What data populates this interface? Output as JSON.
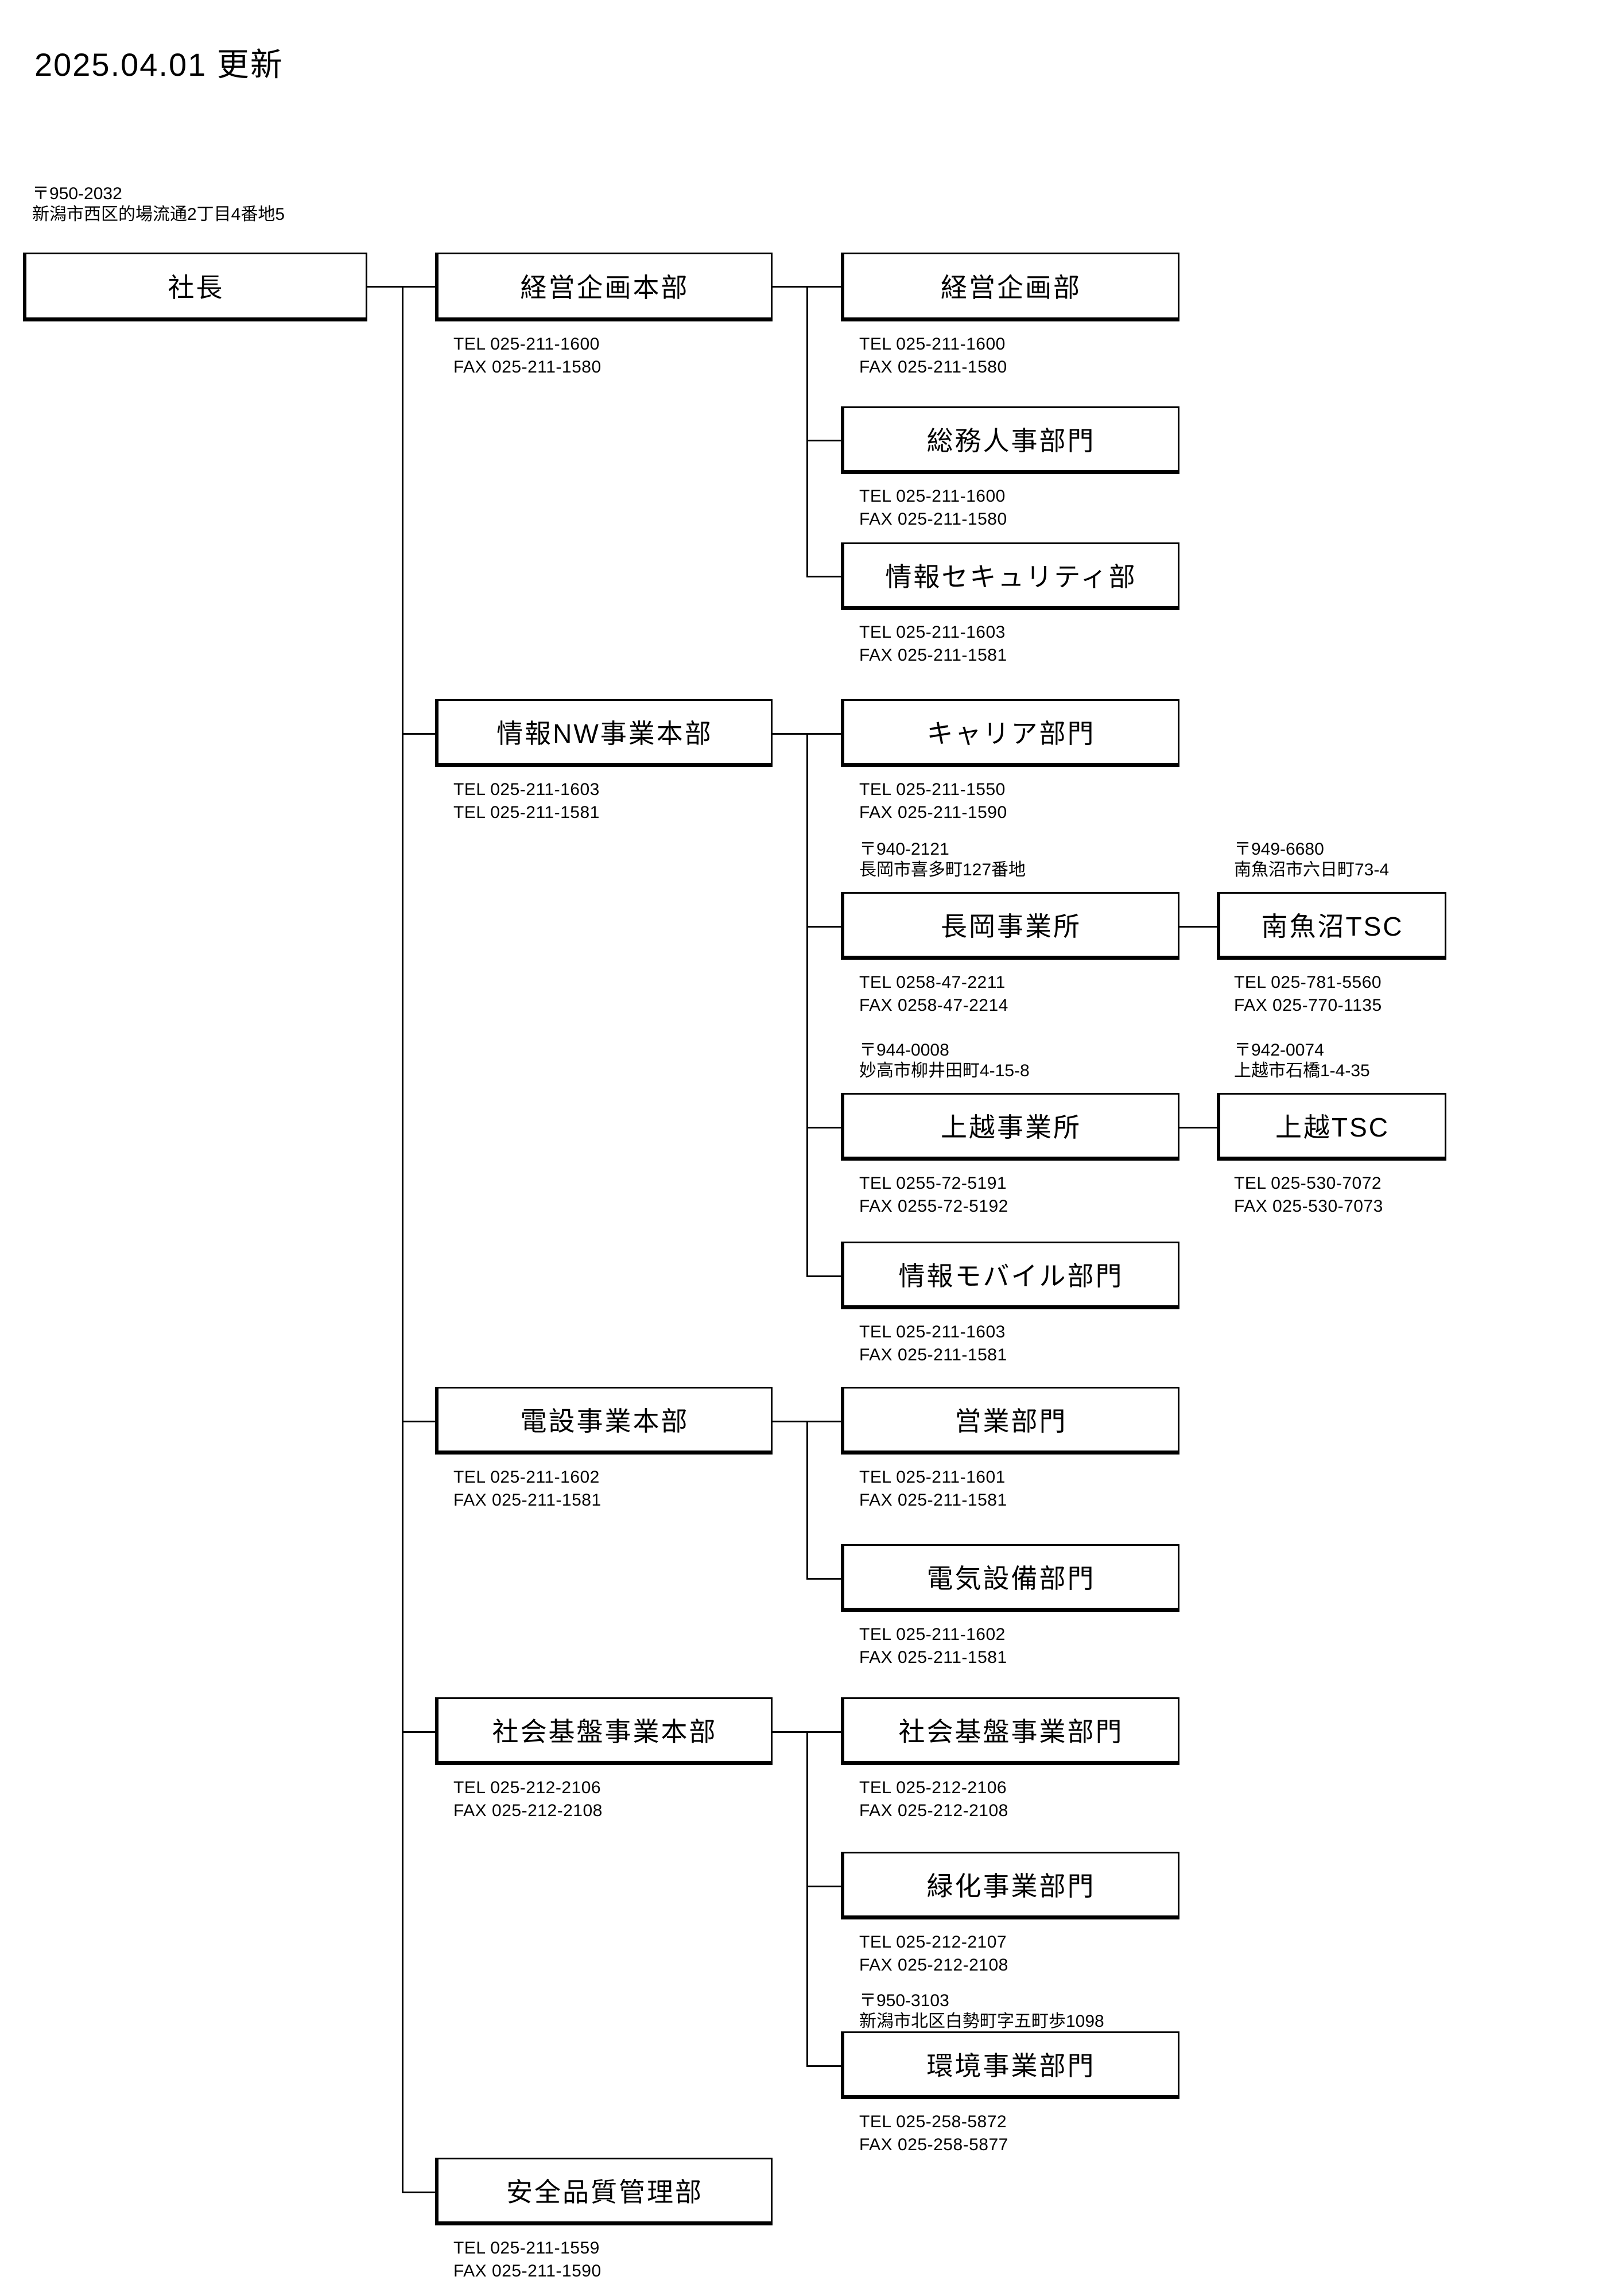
{
  "header": {
    "update_label": "2025.04.01 更新"
  },
  "company_address": {
    "postal": "〒950-2032",
    "street": "新潟市西区的場流通2丁目4番地5"
  },
  "nodes": {
    "president": {
      "label": "社長"
    },
    "hq_planning": {
      "label": "経営企画本部",
      "tel": "TEL 025-211-1600",
      "fax": "FAX 025-211-1580"
    },
    "dept_planning": {
      "label": "経営企画部",
      "tel": "TEL 025-211-1600",
      "fax": "FAX 025-211-1580"
    },
    "dept_hr": {
      "label": "総務人事部門",
      "tel": "TEL 025-211-1600",
      "fax": "FAX 025-211-1580"
    },
    "dept_security": {
      "label": "情報セキュリティ部",
      "tel": "TEL 025-211-1603",
      "fax": "FAX 025-211-1581"
    },
    "hq_infonw": {
      "label": "情報NW事業本部",
      "tel": "TEL 025-211-1603",
      "fax": "TEL 025-211-1581"
    },
    "dept_carrier": {
      "label": "キャリア部門",
      "tel": "TEL 025-211-1550",
      "fax": "FAX 025-211-1590"
    },
    "office_nagaoka": {
      "label": "長岡事業所",
      "tel": "TEL 0258-47-2211",
      "fax": "FAX 0258-47-2214",
      "postal": "〒940-2121",
      "street": "長岡市喜多町127番地"
    },
    "tsc_minamiuonuma": {
      "label": "南魚沼TSC",
      "tel": "TEL 025-781-5560",
      "fax": "FAX 025-770-1135",
      "postal": "〒949-6680",
      "street": "南魚沼市六日町73-4"
    },
    "office_joetsu": {
      "label": "上越事業所",
      "tel": "TEL 0255-72-5191",
      "fax": "FAX 0255-72-5192",
      "postal": "〒944-0008",
      "street": "妙高市柳井田町4-15-8"
    },
    "tsc_joetsu": {
      "label": "上越TSC",
      "tel": "TEL 025-530-7072",
      "fax": "FAX 025-530-7073",
      "postal": "〒942-0074",
      "street": "上越市石橋1-4-35"
    },
    "dept_mobile": {
      "label": "情報モバイル部門",
      "tel": "TEL 025-211-1603",
      "fax": "FAX 025-211-1581"
    },
    "hq_densetsu": {
      "label": "電設事業本部",
      "tel": "TEL 025-211-1602",
      "fax": "FAX 025-211-1581"
    },
    "dept_sales": {
      "label": "営業部門",
      "tel": "TEL 025-211-1601",
      "fax": "FAX 025-211-1581"
    },
    "dept_electric": {
      "label": "電気設備部門",
      "tel": "TEL 025-211-1602",
      "fax": "FAX 025-211-1581"
    },
    "hq_infra": {
      "label": "社会基盤事業本部",
      "tel": "TEL 025-212-2106",
      "fax": "FAX 025-212-2108"
    },
    "dept_infra": {
      "label": "社会基盤事業部門",
      "tel": "TEL 025-212-2106",
      "fax": "FAX 025-212-2108"
    },
    "dept_green": {
      "label": "緑化事業部門",
      "tel": "TEL 025-212-2107",
      "fax": "FAX 025-212-2108"
    },
    "dept_environment": {
      "label": "環境事業部門",
      "tel": "TEL 025-258-5872",
      "fax": "FAX 025-258-5877",
      "postal": "〒950-3103",
      "street": "新潟市北区白勢町字五町歩1098"
    },
    "dept_safety": {
      "label": "安全品質管理部",
      "tel": "TEL 025-211-1559",
      "fax": "FAX 025-211-1590"
    }
  }
}
